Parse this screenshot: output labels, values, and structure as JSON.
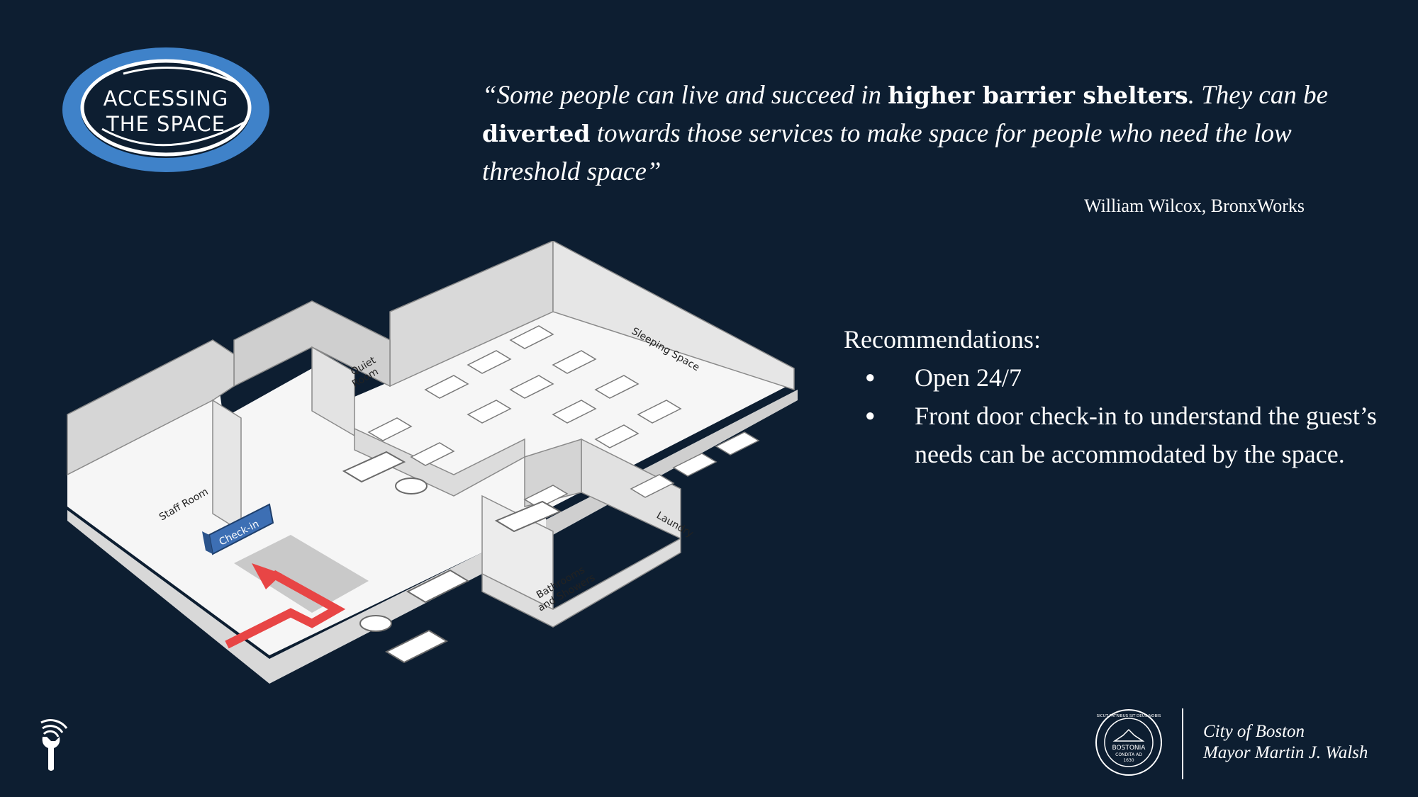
{
  "badge": {
    "line1": "ACCESSING",
    "line2": "THE SPACE"
  },
  "quote": {
    "p1": "“Some people can live and succeed in ",
    "b1": "higher barrier shelters",
    "p2": ". They can be ",
    "b2": "diverted",
    "p3": " towards those services to make space for people who need the low threshold space”",
    "attribution": "William Wilcox, BronxWorks"
  },
  "recommendations": {
    "heading": "Recommendations:",
    "items": [
      "Open 24/7",
      "Front door check-in to understand the guest’s needs can be accommodated by the space."
    ]
  },
  "floorplan": {
    "labels": {
      "sleeping": "Sleeping Space",
      "quiet_1": "Quiet",
      "quiet_2": "Room",
      "staff": "Staff Room",
      "checkin": "Check-in",
      "laundry": "Laundry",
      "bath_1": "Bathrooms",
      "bath_2": "and Showers"
    },
    "colors": {
      "arrow": "#e84545",
      "checkin": "#3d6fb4"
    }
  },
  "footer": {
    "line1": "City of Boston",
    "line2": "Mayor Martin J. Walsh",
    "seal": {
      "top": "SICUT PATRIBUS SIT DEUS NOBIS",
      "name": "BOSTONIA",
      "mid": "CONDITA AD",
      "year": "1630"
    }
  },
  "icons": {
    "wrench": "wrench-wifi-icon",
    "seal": "city-seal-icon"
  }
}
